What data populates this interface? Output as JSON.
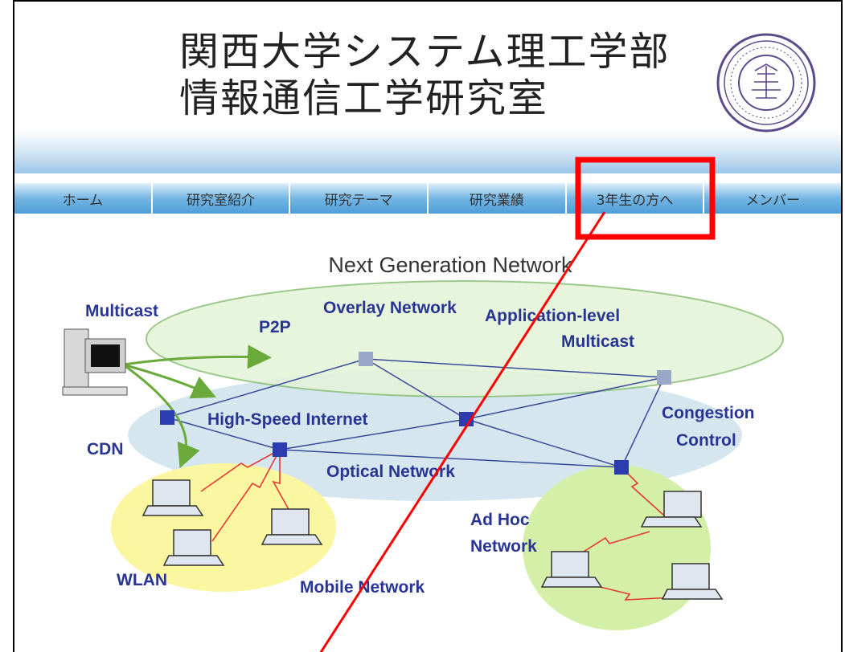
{
  "header": {
    "title_line1": "関西大学システム理工学部",
    "title_line2": "情報通信工学研究室"
  },
  "nav": {
    "items": [
      {
        "label": "ホーム"
      },
      {
        "label": "研究室紹介"
      },
      {
        "label": "研究テーマ"
      },
      {
        "label": "研究業績"
      },
      {
        "label": "3年生の方へ"
      },
      {
        "label": "メンバー"
      }
    ]
  },
  "diagram": {
    "heading": "Next Generation Network",
    "labels": {
      "multicast": "Multicast",
      "p2p": "P2P",
      "overlay": "Overlay Network",
      "app_level": "Application-level",
      "app_multicast": "Multicast",
      "high_speed": "High-Speed Internet",
      "congestion": "Congestion",
      "control": "Control",
      "cdn": "CDN",
      "optical": "Optical Network",
      "ad_hoc": "Ad Hoc",
      "network": "Network",
      "wlan": "WLAN",
      "mobile": "Mobile Network"
    }
  },
  "colors": {
    "annotation": "#ff0000",
    "label": "#283593",
    "node": "#2b3bb0",
    "wireless_link": "#e53935"
  }
}
